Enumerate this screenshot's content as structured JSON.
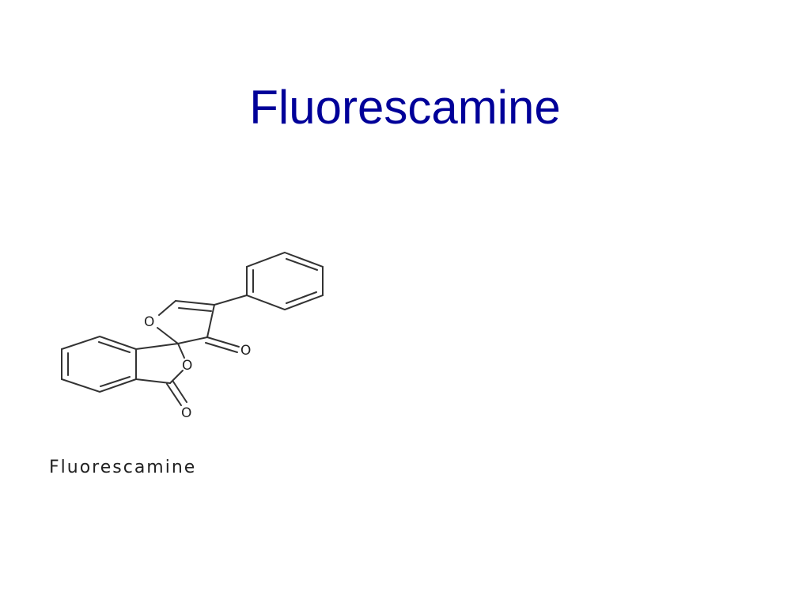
{
  "slide": {
    "title": "Fluorescamine"
  },
  "structure": {
    "caption": "Fluorescamine",
    "atoms": {
      "furanone_oxygen": "O",
      "ketone_oxygen": "O",
      "lactone_ring_oxygen": "O",
      "lactone_carbonyl_oxygen": "O"
    }
  }
}
